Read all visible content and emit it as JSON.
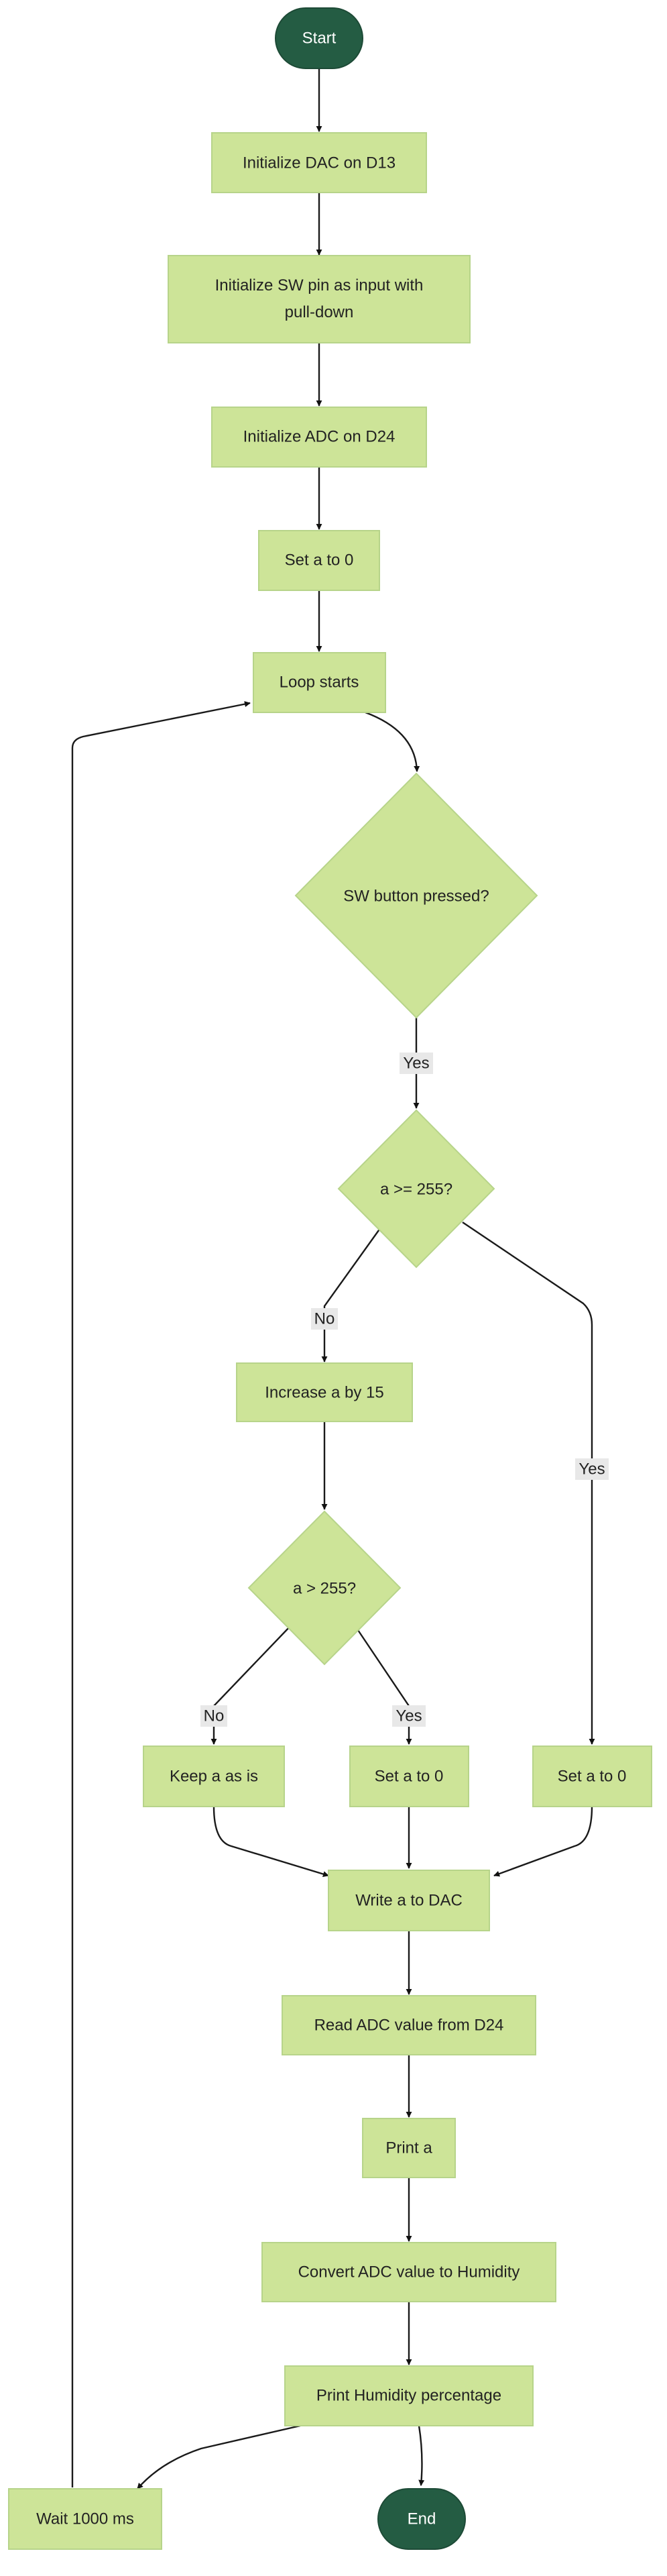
{
  "diagram": {
    "type": "flowchart",
    "nodes": {
      "start": "Start",
      "init_dac": "Initialize DAC on D13",
      "init_sw": "Initialize SW pin as input with pull-down",
      "init_adc": "Initialize ADC on D24",
      "set_a_zero_init": "Set a to 0",
      "loop_starts": "Loop starts",
      "sw_pressed": "SW button pressed?",
      "a_ge_255": "a >= 255?",
      "increase_a": "Increase a by 15",
      "a_gt_255": "a > 255?",
      "keep_a": "Keep a as is",
      "set_a_zero_left": "Set a to 0",
      "set_a_zero_right": "Set a to 0",
      "write_dac": "Write a to DAC",
      "read_adc": "Read ADC value from D24",
      "print_a": "Print a",
      "convert_adc": "Convert ADC value to Humidity",
      "print_humidity": "Print Humidity percentage",
      "wait": "Wait 1000 ms",
      "end": "End"
    },
    "edge_labels": {
      "sw_yes": "Yes",
      "ge_no": "No",
      "ge_yes": "Yes",
      "gt_no": "No",
      "gt_yes": "Yes"
    },
    "colors": {
      "node_fill": "#cde498",
      "node_border": "#b7d48a",
      "terminal_fill": "#245c43",
      "terminal_text": "#ffffff",
      "edge": "#1a1a1a",
      "label_bg": "#e8e8e8"
    }
  }
}
